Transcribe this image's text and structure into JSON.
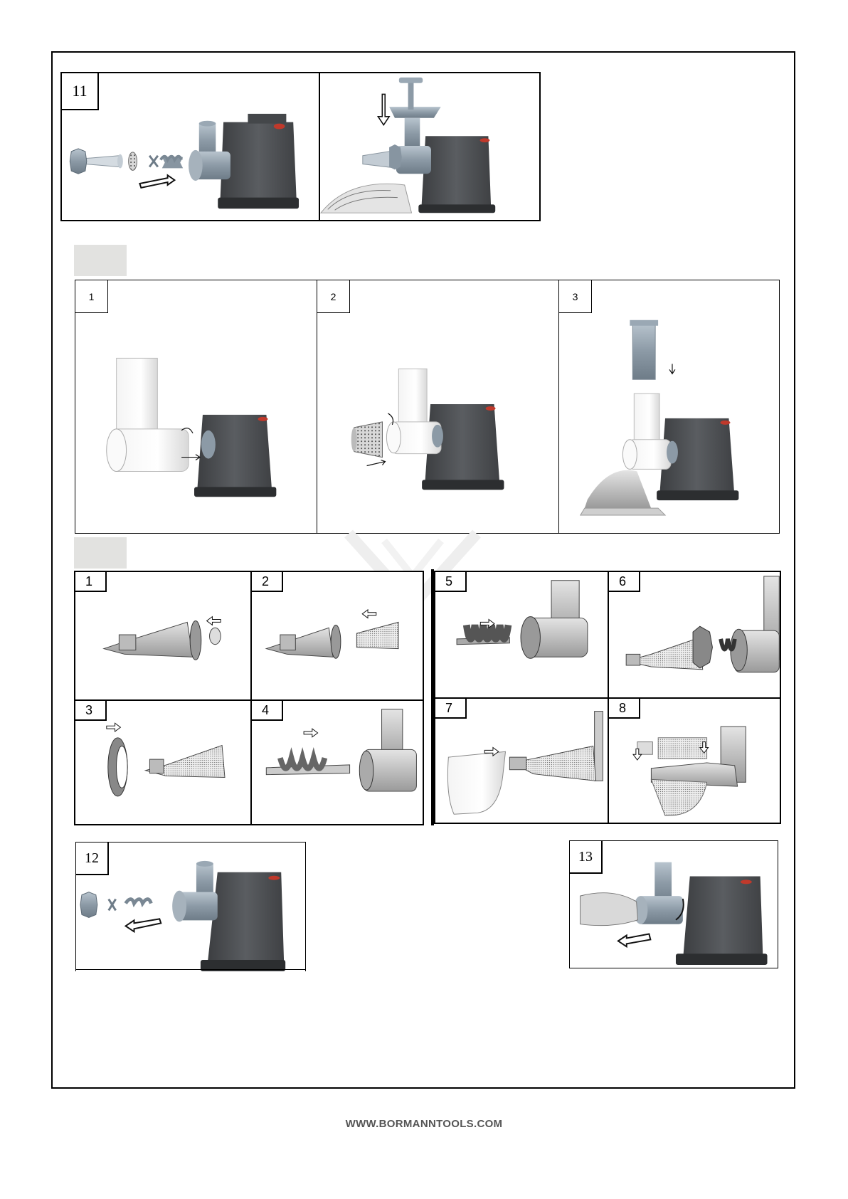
{
  "figures": {
    "fig11": "11",
    "fig12": "12",
    "fig13": "13"
  },
  "grater_steps": [
    "1",
    "2",
    "3"
  ],
  "juicer_steps": [
    "1",
    "2",
    "3",
    "4",
    "5",
    "6",
    "7",
    "8"
  ],
  "footer": {
    "url": "WWW.BORMANNTOOLS.COM"
  },
  "colors": {
    "motor_body": "#55585c",
    "attachment": "#9aa8b4",
    "section_tab": "#e2e2e0",
    "footer_text": "#555555"
  }
}
